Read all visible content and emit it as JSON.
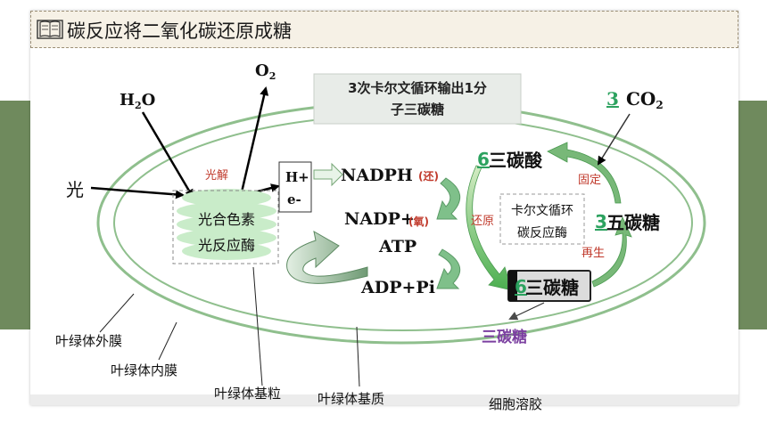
{
  "title": "碳反应将二氧化碳还原成糖",
  "cycle_output_note": {
    "line1": "3次卡尔文循环输出1分",
    "line2": "子三碳糖"
  },
  "inputs": {
    "light": "光",
    "water": "H2O",
    "oxygen": "O2"
  },
  "photolysis_label": "光解",
  "hydrogen_box": {
    "h_plus": "H+",
    "e_minus": "e-"
  },
  "grana_box": {
    "line1": "光合色素",
    "line2": "光反应酶"
  },
  "carriers": {
    "nadph": "NADPH",
    "nadph_note": "(还)",
    "nadp": "NADP+",
    "nadp_note": "(氧)",
    "atp": "ATP",
    "adp": "ADP+Pi"
  },
  "calvin": {
    "co2_count": "3",
    "co2": "CO2",
    "c3_acid_count": "6",
    "c3_acid": "三碳酸",
    "c5_count": "3",
    "c5": "五碳糖",
    "c3_sugar_count": "6",
    "c3_sugar": "三碳糖",
    "center_line1": "卡尔文循环",
    "center_line2": "碳反应酶",
    "fixation": "固定",
    "reduction": "还原",
    "regeneration": "再生",
    "output": "三碳糖"
  },
  "structure_labels": {
    "outer_membrane": "叶绿体外膜",
    "inner_membrane": "叶绿体内膜",
    "granum": "叶绿体基粒",
    "stroma": "叶绿体基质",
    "cytosol": "细胞溶胶"
  },
  "colors": {
    "membrane": "#8fbf8d",
    "grana": "#c9ecc9",
    "arrow_fill": "#78a778",
    "red_label": "#c0392b",
    "green_number": "#2ca25f",
    "purple_output": "#7b3fa0"
  }
}
